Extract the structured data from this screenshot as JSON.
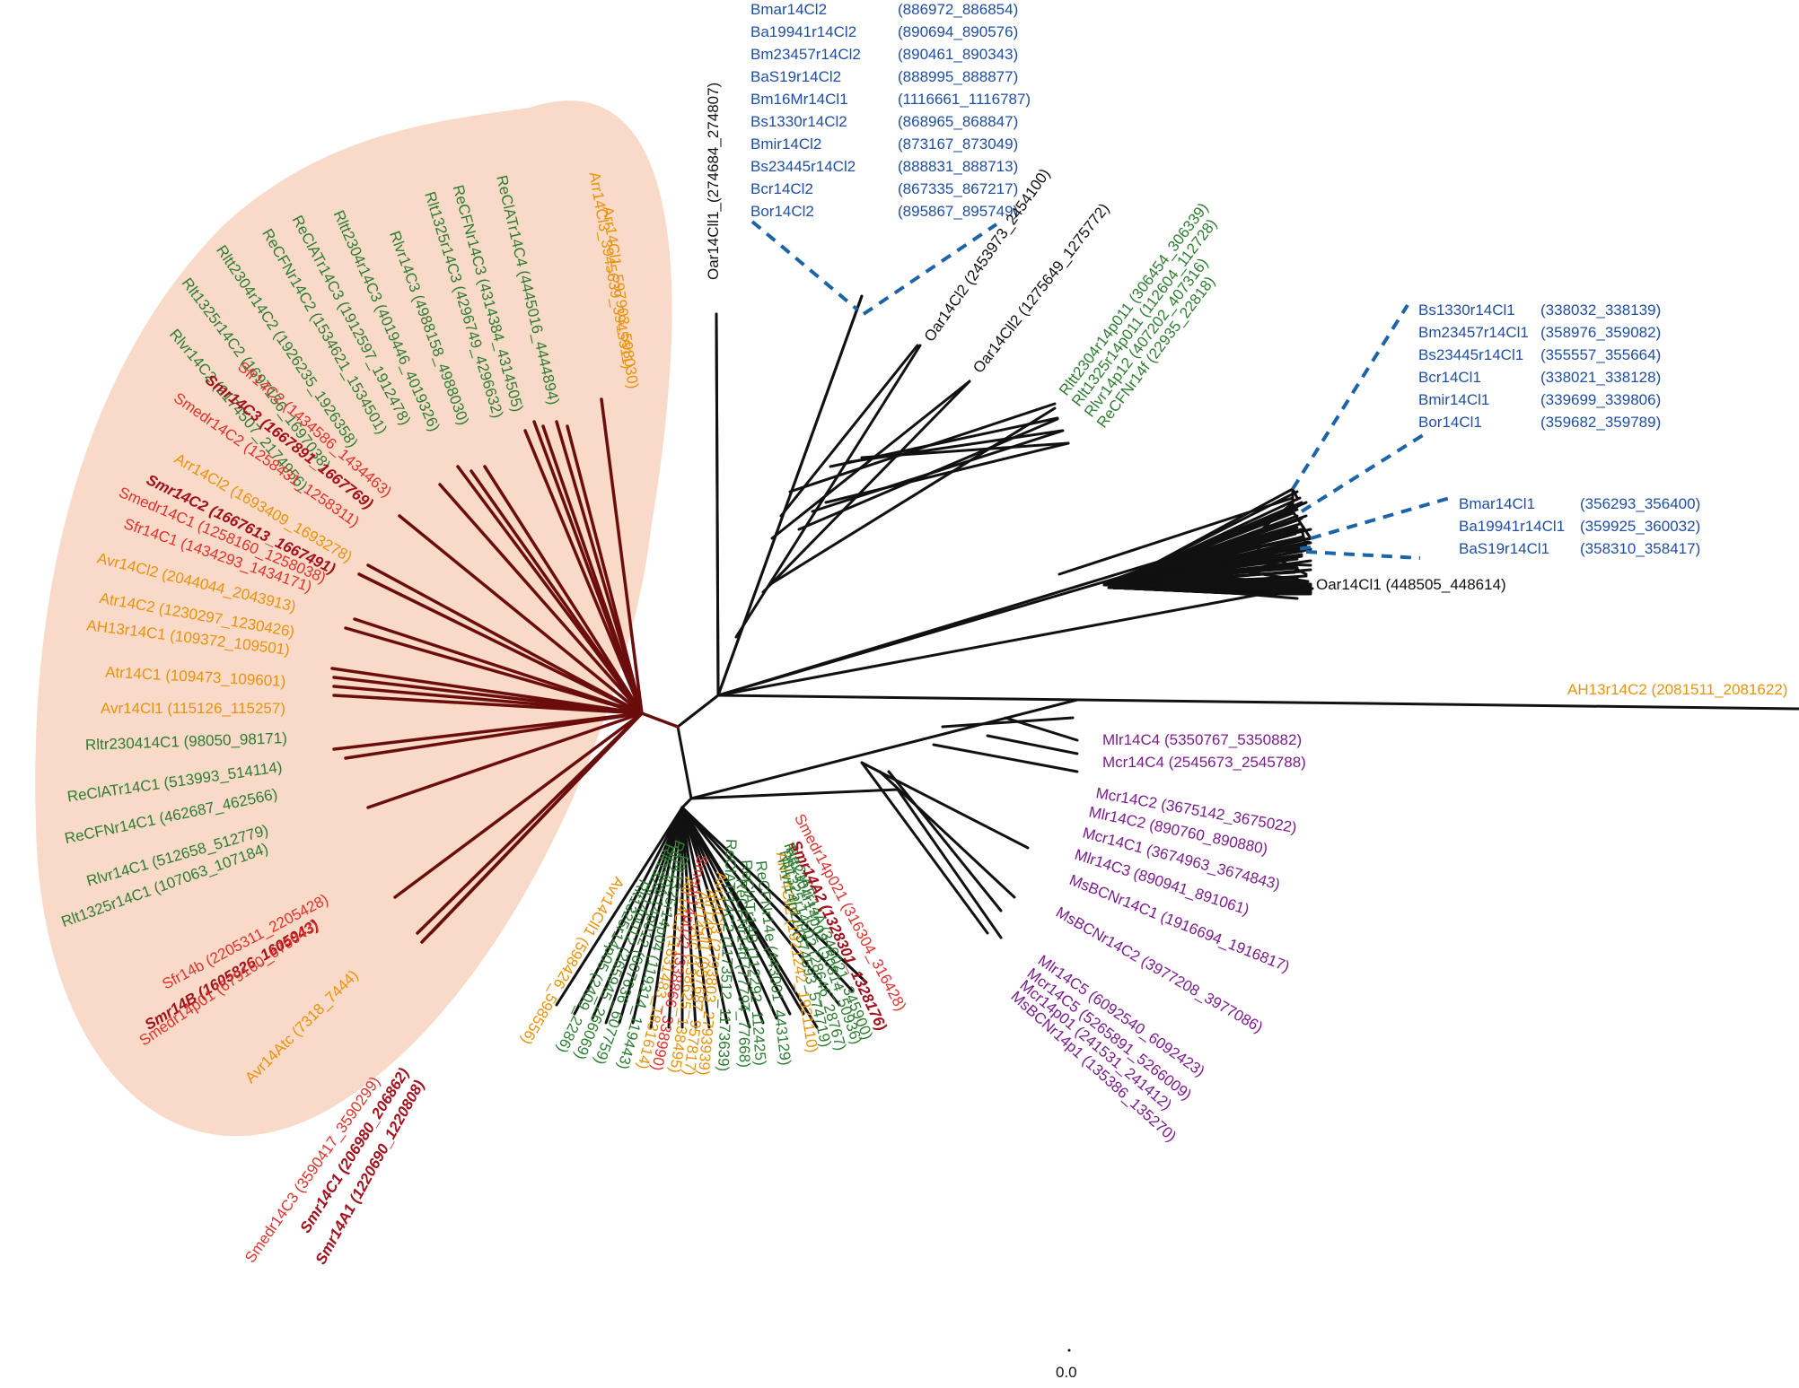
{
  "colors": {
    "black": "#111111",
    "green": "#2e7d32",
    "orange": "#e8930c",
    "red": "#e0322c",
    "darkred": "#a3111d",
    "blue": "#1f4ea3",
    "purple": "#7b1c8e",
    "branch_red": "#6b0d0d",
    "dash_blue": "#1c64a8",
    "clade_fill": "#f9d9c8"
  },
  "scale_bar_label": "0.0",
  "blue_block_top": [
    {
      "name": "Bmar14Cl2",
      "range": "(886972_886854)"
    },
    {
      "name": "Ba19941r14Cl2",
      "range": "(890694_890576)"
    },
    {
      "name": "Bm23457r14Cl2",
      "range": "(890461_890343)"
    },
    {
      "name": "BaS19r14Cl2",
      "range": "(888995_888877)"
    },
    {
      "name": "Bm16Mr14Cl1",
      "range": "(1116661_1116787)"
    },
    {
      "name": "Bs1330r14Cl2",
      "range": "(868965_868847)"
    },
    {
      "name": "Bmir14Cl2",
      "range": "(873167_873049)"
    },
    {
      "name": "Bs23445r14Cl2",
      "range": "(888831_888713)"
    },
    {
      "name": "Bcr14Cl2",
      "range": "(867335_867217)"
    },
    {
      "name": "Bor14Cl2",
      "range": "(895867_895749)"
    }
  ],
  "blue_block_right1": [
    {
      "name": "Bs1330r14Cl1",
      "range": "(338032_338139)"
    },
    {
      "name": "Bm23457r14Cl1",
      "range": "(358976_359082)"
    },
    {
      "name": "Bs23445r14Cl1",
      "range": "(355557_355664)"
    },
    {
      "name": "Bcr14Cl1",
      "range": "(338021_338128)"
    },
    {
      "name": "Bmir14Cl1",
      "range": "(339699_339806)"
    },
    {
      "name": "Bor14Cl1",
      "range": "(359682_359789)"
    }
  ],
  "blue_block_right2": [
    {
      "name": "Bmar14Cl1",
      "range": "(356293_356400)"
    },
    {
      "name": "Ba19941r14Cl1",
      "range": "(359925_360032)"
    },
    {
      "name": "BaS19r14Cl1",
      "range": "(358310_358417)"
    }
  ],
  "black_labels": {
    "oar_cll1_top": "Oar14Cll1_(274684_274807)",
    "oar_cl2": "Oar14Cl2 (2453973_2454100)",
    "oar_cll2": "Oar14Cll2 (1275649_1275772)",
    "oar_cl1_right": "Oar14Cl1 (448505_448614)"
  },
  "ah13r14c2": "AH13r14C2 (2081511_2081622)",
  "green_top_right": [
    "Rltt2304r14p011 (306454_306339)",
    "Rlt1325r14p011 (112604_112728)",
    "Rlvr14p12 (407202_407316)",
    "ReCFNr14f (22935_22818)"
  ],
  "purple_labels": [
    "Mlr14C4 (5350767_5350882)",
    "Mcr14C4 (2545673_2545788)",
    "Mcr14C2 (3675142_3675022)",
    "Mlr14C2 (890760_890880)",
    "Mcr14C1 (3674963_3674843)",
    "Mlr14C3 (890941_891061)",
    "MsBCNr14C1 (1916694_1916817)",
    "MsBCNr14C2 (3977208_3977086)",
    "Mlr14C5 (6092540_6092423)",
    "Mcr14C5 (5265891_5266009)",
    "Mcr14p01 (241531_241412)",
    "MsBCNr14p1 (135386_135270)"
  ],
  "clade_top_labels": [
    "Arr14Cl1_597903_598030)",
    "Arr14Cl3_3945639_3945511)",
    "ReClATr14C4 (4445016_4444894)",
    "ReCFNr14C3 (4314384_4314505)",
    "Rlt1325r14C3 (4296749_4296632)",
    "Rlvr14C3 (4988158_4988030)",
    "Rltt2304r14C3 (4019446_4019326)",
    "ReClATr14C3 (1912597_1912478)",
    "ReCFNr14C2 (1534621_1534501)",
    "Rltt2304r14C2 (1926235_1926358)",
    "Rlt1325r14C2 (1697156_1697038)",
    "Rlvr14C2 (2174507_2174956)"
  ],
  "clade_left_labels": [
    "Sfr14C2 (1434586_1434463)",
    "Smr14C3 (1667891_1667769)",
    "Smedr14C2 (1258431_1258311)",
    "Arr14Cl2 (1693409_1693278)",
    "Smr14C2 (1667613_1667491)",
    "Smedr14C1 (1258160_1258038)",
    "Sfr14C1 (1434293_1434171)",
    "Avr14Cl2 (2044044_2043913)",
    "Atr14C2 (1230297_1230426)",
    "AH13r14C1 (109372_109501)",
    "Atr14C1 (109473_109601)",
    "Avr14Cl1 (115126_115257)",
    "Rltr230414C1 (98050_98171)",
    "ReClATr14C1 (513993_514114)",
    "ReCFNr14C1 (462687_462566)",
    "Rlvr14C1 (512658_512779)",
    "Rlt1325r14C1 (107063_107184)",
    "Sfr14b (2205311_2205428)",
    "Smr14B (1605826_1605943)",
    "Smedr14p01 (679160_679043)",
    "Avr14Atc (7318_7444)",
    "Smedr14C3 (3590417_3590299)",
    "Smr14C1 (206980_206862)",
    "Smr14A1 (1220690_1220808)"
  ],
  "bottom_labels": [
    "Avr14Cll1 (598426_598556)",
    "Rlt1325r14p05 (2409_2286)",
    "Rlt1325r14p012 (265945_266069)",
    "Rltt2304r14p012 (607636_607759)",
    "Rlt1325r14p04 (119314_119443)",
    "Atr14C3 (1831483_1831614)",
    "Smedr14p022 (338866_338990)",
    "Arr14Atc (138625_138495)",
    "Atr14Cll1 (957687_957817)",
    "Avr14Cl3 (2793803_2793939)",
    "ReClATr14C2 (1173512_1173639)",
    "ReCFNr14d (77794_77668)",
    "ReClATr14B (112292_112425)",
    "ReCFNr14e (443001_443129)",
    "Arr14Cll2 (1921242_1921110)",
    "Rlvr14p11 (574593_574719)",
    "Rlt1325r14p02 (28646_28767)",
    "Rltt2304r14p02 (50814_50936)",
    "ReClATr14A (346021_345900)",
    "Smr14A2 (1328301_1328176)",
    "Smedr14p021 (316304_316428)"
  ]
}
